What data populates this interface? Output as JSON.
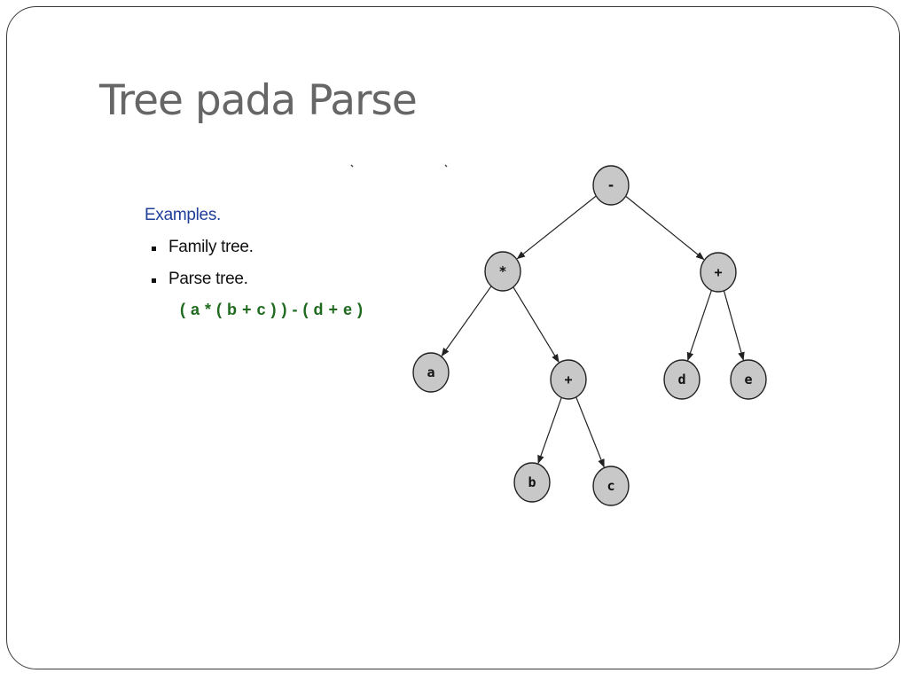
{
  "slide": {
    "title": "Tree pada Parse"
  },
  "content": {
    "examples_heading": "Examples.",
    "bullets": [
      "Family tree.",
      "Parse tree."
    ],
    "expression": "( a * ( b + c ) ) - ( d + e )"
  },
  "tree": {
    "nodes": [
      {
        "id": "root",
        "label": "-"
      },
      {
        "id": "mul",
        "label": "*"
      },
      {
        "id": "plus_right",
        "label": "+"
      },
      {
        "id": "a",
        "label": "a"
      },
      {
        "id": "plus_inner",
        "label": "+"
      },
      {
        "id": "d",
        "label": "d"
      },
      {
        "id": "e",
        "label": "e"
      },
      {
        "id": "b",
        "label": "b"
      },
      {
        "id": "c",
        "label": "c"
      }
    ],
    "edges": [
      [
        "root",
        "mul"
      ],
      [
        "root",
        "plus_right"
      ],
      [
        "mul",
        "a"
      ],
      [
        "mul",
        "plus_inner"
      ],
      [
        "plus_right",
        "d"
      ],
      [
        "plus_right",
        "e"
      ],
      [
        "plus_inner",
        "b"
      ],
      [
        "plus_inner",
        "c"
      ]
    ]
  },
  "colors": {
    "title": "#666666",
    "heading": "#1f3f99",
    "expression": "#1e6a1e",
    "node_fill": "#c8c8c8"
  }
}
